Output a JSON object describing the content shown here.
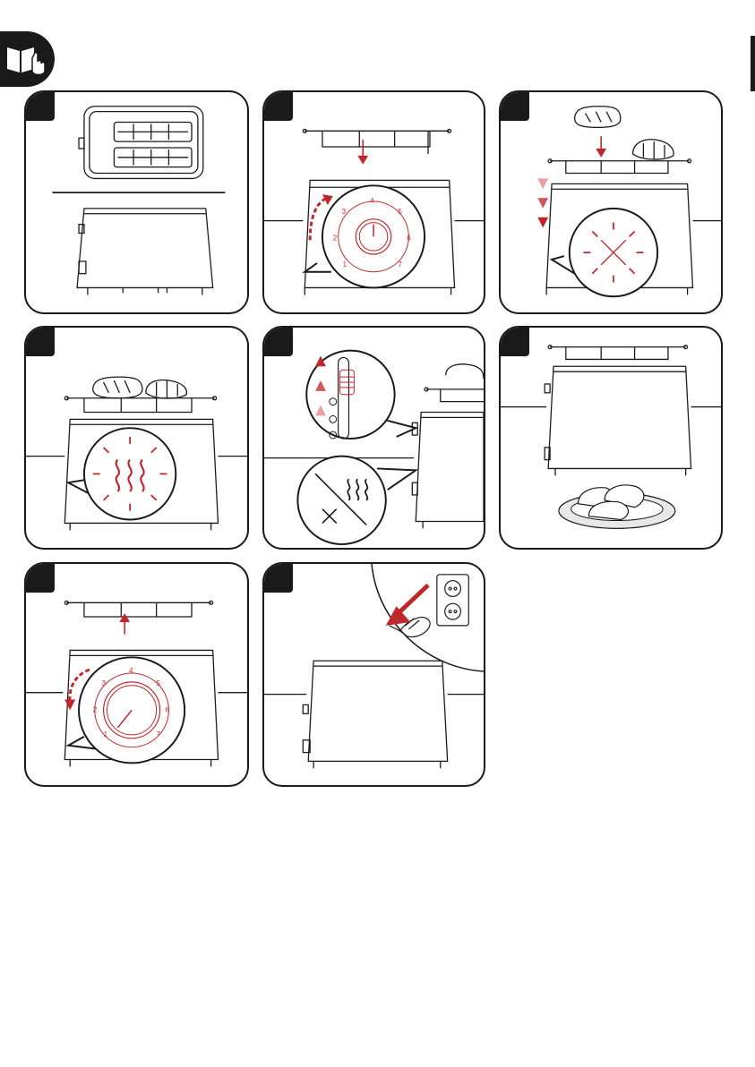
{
  "page": {
    "icon": "read-manual-icon",
    "accent": "#c0272d",
    "ink": "#1a1a1a"
  },
  "dial": {
    "marks": [
      "1",
      "2",
      "3",
      "4",
      "5",
      "6",
      "7"
    ]
  }
}
